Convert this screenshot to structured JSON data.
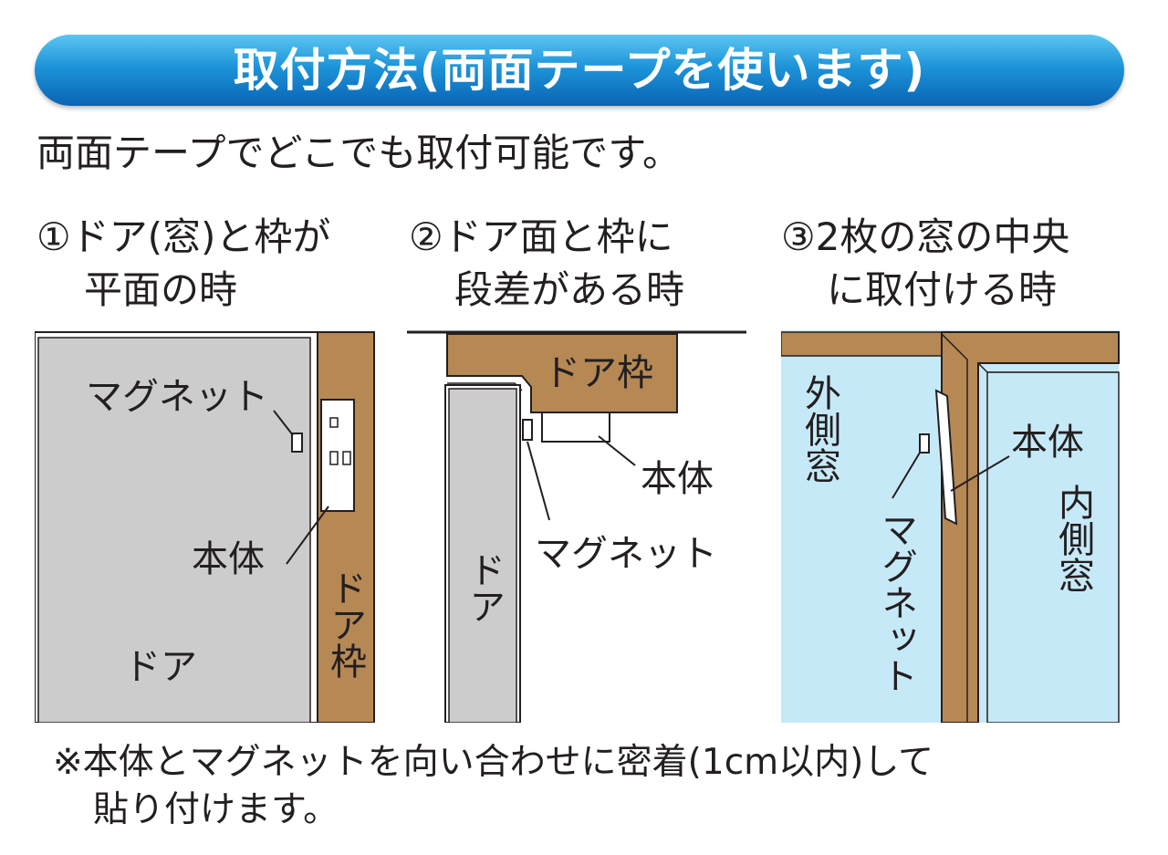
{
  "header": {
    "title": "取付方法(両面テープを使います)"
  },
  "intro": "両面テープでどこでも取付可能です。",
  "cases": [
    {
      "title_line1": "①ドア(窓)と枠が",
      "title_line2": "平面の時",
      "labels": {
        "magnet": "マグネット",
        "body": "本体",
        "door": "ドア",
        "door_frame": "ドア枠"
      }
    },
    {
      "title_line1": "②ドア面と枠に",
      "title_line2": "段差がある時",
      "labels": {
        "door_frame": "ドア枠",
        "body": "本体",
        "magnet": "マグネット",
        "door": "ドア"
      }
    },
    {
      "title_line1": "③2枚の窓の中央",
      "title_line2": "に取付ける時",
      "labels": {
        "outer_window": "外側窓",
        "magnet": "マグネット",
        "body": "本体",
        "inner_window": "内側窓"
      }
    }
  ],
  "footnote": {
    "line1": "※本体とマグネットを向い合わせに密着(1cm以内)して",
    "line2": "貼り付けます。"
  },
  "colors": {
    "banner": "#1d94d9",
    "door": "#cdcccc",
    "frame": "#b68854",
    "window": "#c6e9f8"
  }
}
